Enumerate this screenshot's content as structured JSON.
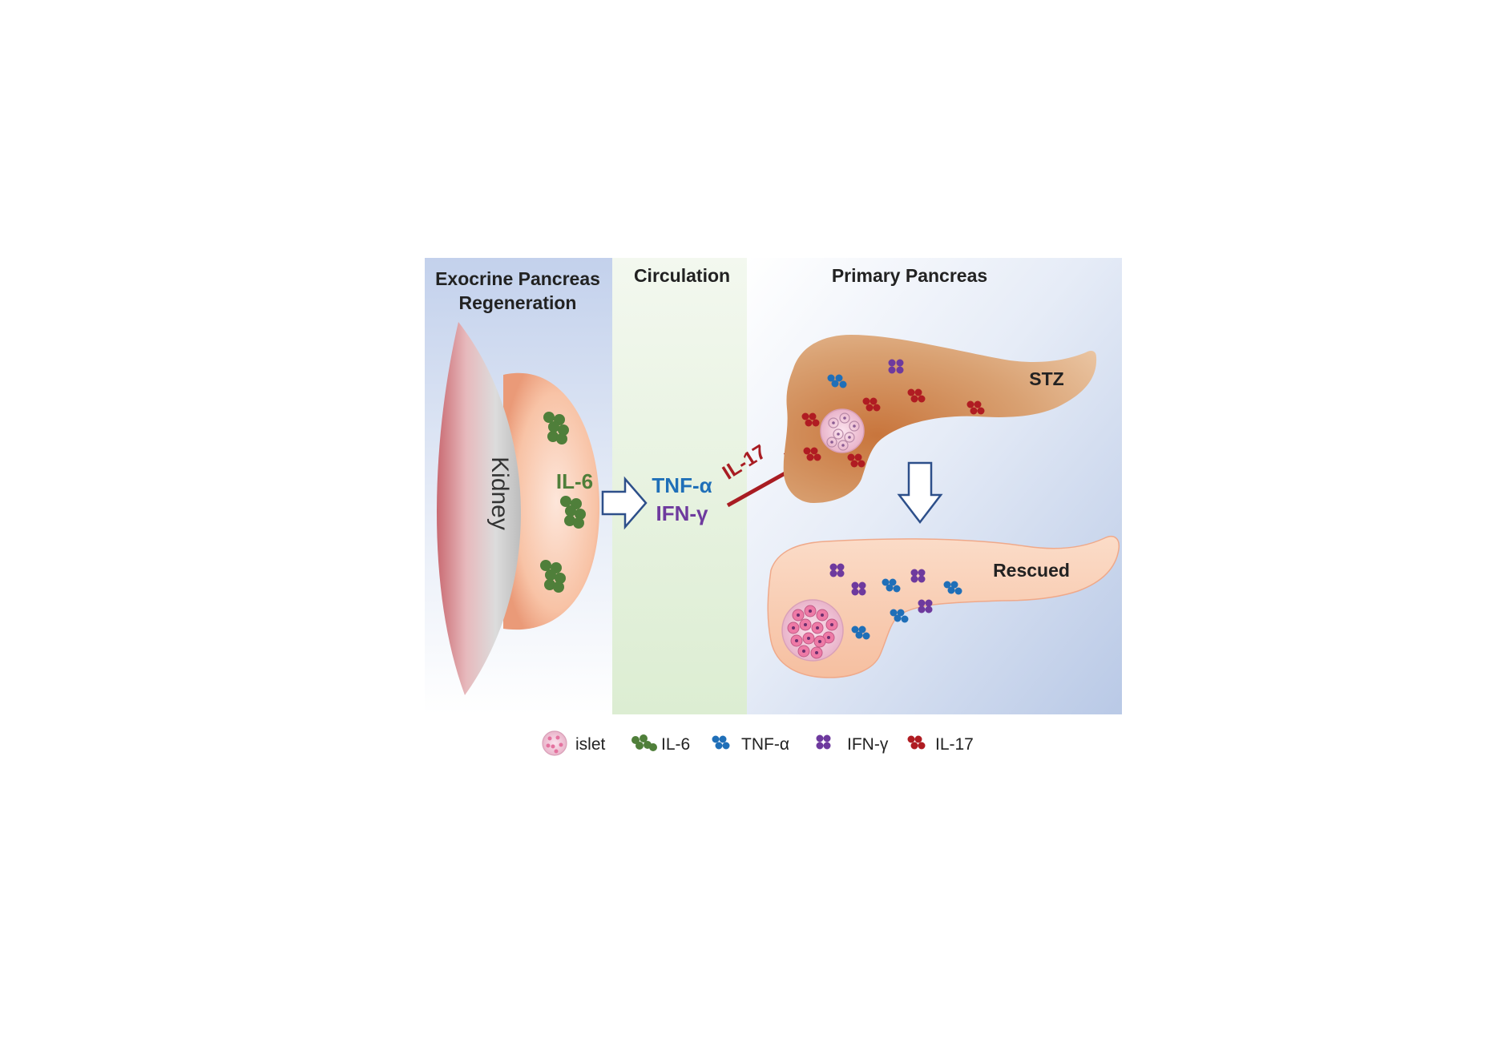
{
  "panels": {
    "left_title_line1": "Exocrine Pancreas",
    "left_title_line2": "Regeneration",
    "middle_title": "Circulation",
    "right_title": "Primary Pancreas"
  },
  "labels": {
    "kidney": "Kidney",
    "il6": "IL-6",
    "tnf": "TNF-α",
    "ifn": "IFN-γ",
    "il17": "IL-17",
    "stz": "STZ",
    "rescued": "Rescued"
  },
  "legend": {
    "islet": "islet",
    "il6": "IL-6",
    "tnf": "TNF-α",
    "ifn": "IFN-γ",
    "il17": "IL-17"
  },
  "colors": {
    "il6": "#4f7f3a",
    "tnf": "#1f6fb8",
    "ifn": "#6e3a9e",
    "il17": "#b01c22",
    "inhibit_line": "#a81c22",
    "panel_blue": "#c8d6ee",
    "panel_green": "#e4f1dc",
    "stz_pancreas": "#d89a6a",
    "rescued_pancreas": "#f7c8ad"
  }
}
